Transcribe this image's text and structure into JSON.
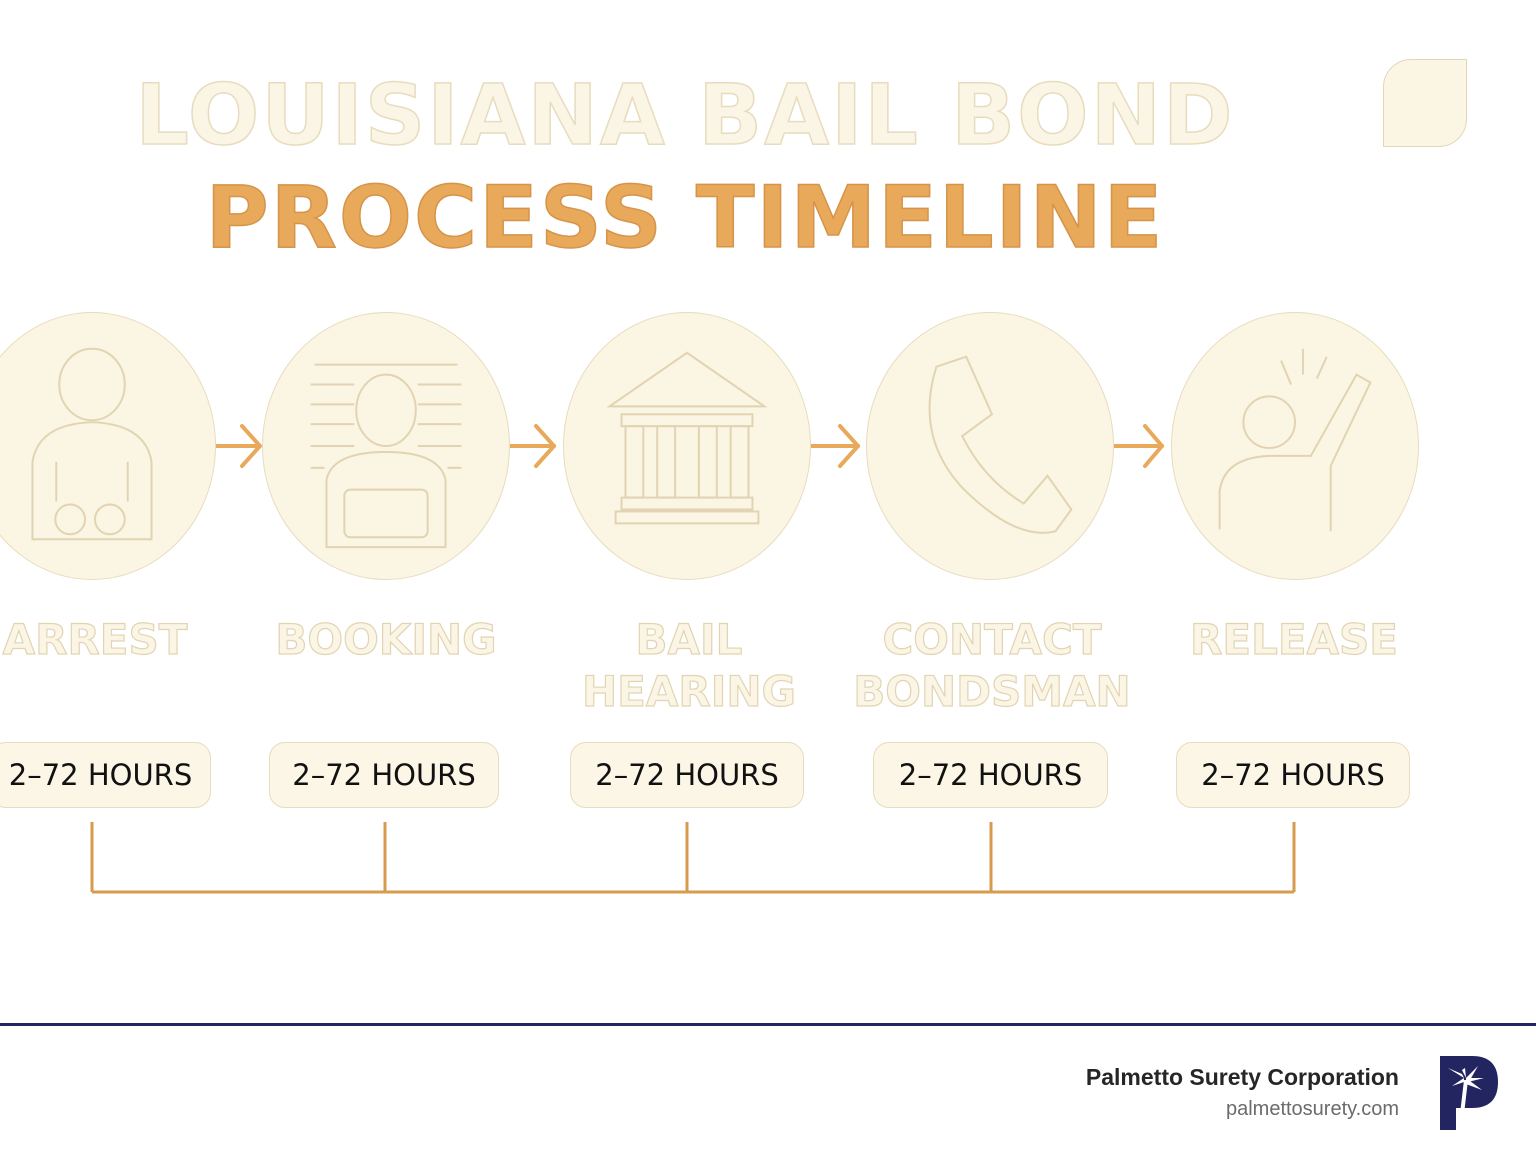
{
  "title": {
    "line1": "LOUISIANA BAIL BOND",
    "line2": "PROCESS TIMELINE"
  },
  "steps": [
    {
      "label": "ARREST",
      "duration": "2–72 HOURS",
      "icon": "handcuffed-person-icon"
    },
    {
      "label": "BOOKING",
      "duration": "2–72 HOURS",
      "icon": "mugshot-person-icon"
    },
    {
      "label": "BAIL\nHEARING",
      "duration": "2–72 HOURS",
      "icon": "courthouse-icon"
    },
    {
      "label": "CONTACT\nBONDSMAN",
      "duration": "2–72 HOURS",
      "icon": "phone-icon"
    },
    {
      "label": "RELEASE",
      "duration": "2–72 HOURS",
      "icon": "celebrating-person-icon"
    }
  ],
  "footer": {
    "company": "Palmetto Surety Corporation",
    "url": "palmettosurety.com",
    "logo_icon": "palmetto-p-logo-icon"
  },
  "colors": {
    "accent": "#e8a95a",
    "cream": "#fbf5e3",
    "navy": "#232561"
  }
}
